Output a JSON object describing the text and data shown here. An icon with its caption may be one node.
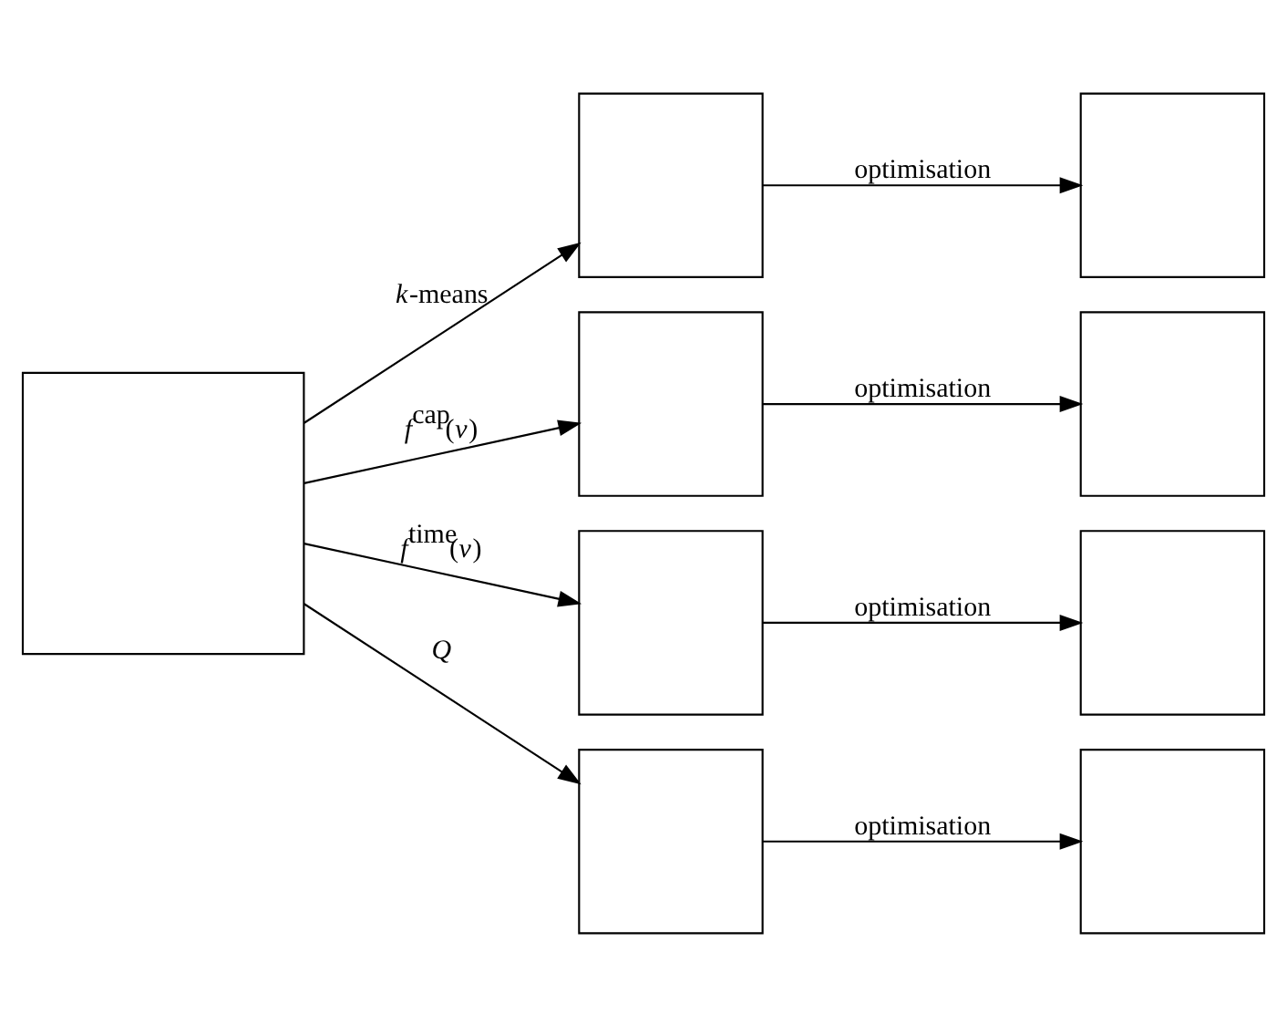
{
  "diagram": {
    "nodes": [
      {
        "text": [],
        "shape": "box"
      },
      {
        "text": [],
        "shape": "box"
      },
      {
        "text": [],
        "shape": "box"
      },
      {
        "text": [],
        "shape": "box"
      },
      {
        "text": [],
        "shape": "box"
      },
      {
        "text": [],
        "shape": "box"
      },
      {
        "text": [],
        "shape": "box"
      },
      {
        "text": [],
        "shape": "box"
      },
      {
        "text": [],
        "shape": "box"
      }
    ],
    "edges": [
      {
        "from": 0,
        "to": 1,
        "arrow": "to",
        "label": "*k*-means"
      },
      {
        "from": 1,
        "to": 2,
        "arrow": "to",
        "label": "optimisation"
      },
      {
        "from": 0,
        "to": 3,
        "arrow": "to",
        "label": "*f*$^{cap}$(*v*)"
      },
      {
        "from": 3,
        "to": 4,
        "arrow": "to",
        "label": "optimisation"
      },
      {
        "from": 0,
        "to": 5,
        "arrow": "to",
        "label": "*f*$^{time}$(*v*)"
      },
      {
        "from": 5,
        "to": 6,
        "arrow": "to",
        "label": "optimisation"
      },
      {
        "from": 0,
        "to": 7,
        "arrow": "to",
        "label": "*Q*"
      },
      {
        "from": 7,
        "to": 8,
        "arrow": "to",
        "label": "optimisation"
      }
    ]
  }
}
